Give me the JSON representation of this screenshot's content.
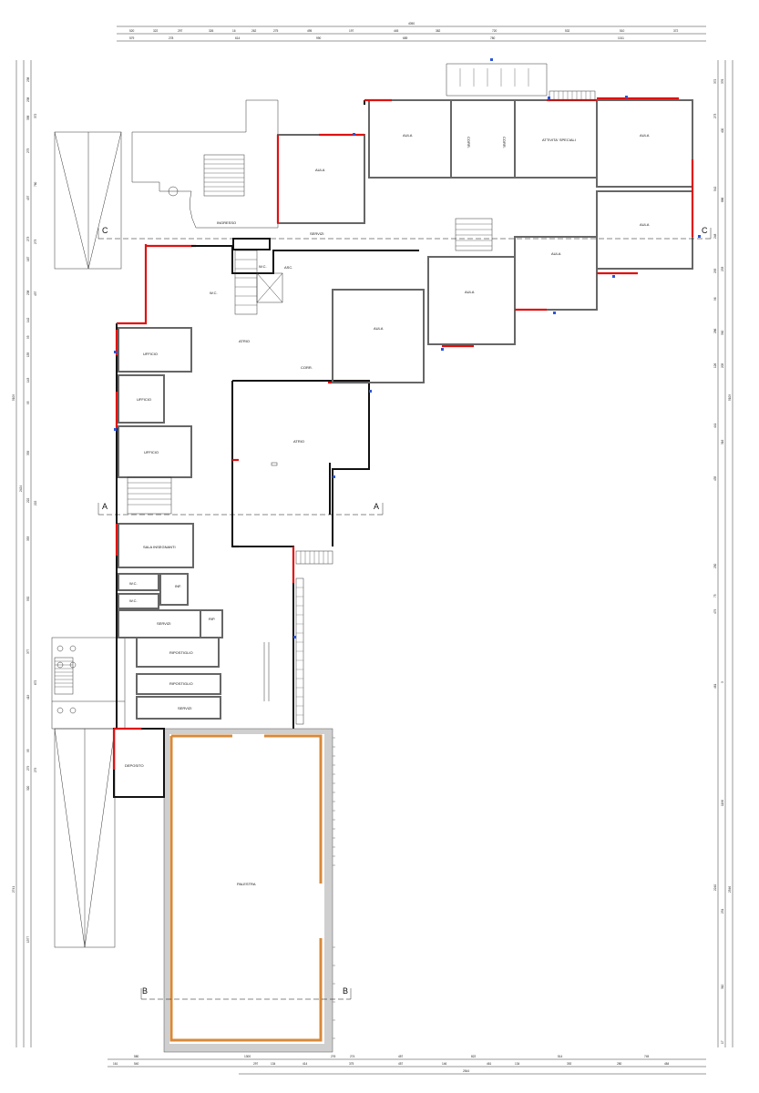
{
  "top_dims": {
    "overall": "4050",
    "row1": [
      "520",
      "322",
      "297",
      "326",
      "16",
      "262",
      "275",
      "495",
      "197",
      "445",
      "382",
      "720",
      "532",
      "510",
      "372"
    ],
    "row2": [
      "579",
      "278",
      "614",
      "990",
      "689",
      "780",
      "1011"
    ]
  },
  "bottom_dims": {
    "row1": [
      "580",
      "1300",
      "276",
      "274",
      "457",
      "822",
      "514",
      "745"
    ],
    "row2": [
      "161",
      "540",
      "297",
      "134",
      "414",
      "375",
      "457",
      "146",
      "461",
      "134",
      "392",
      "280",
      "484"
    ],
    "overall": "2544"
  },
  "left_dims": {
    "col_a": [
      "238",
      "238",
      "358",
      "275",
      "437",
      "273",
      "167",
      "238",
      "142",
      "95",
      "155",
      "143",
      "95",
      "339",
      "222",
      "353",
      "552",
      "377",
      "419",
      "95",
      "279",
      "320",
      "1377"
    ],
    "col_b": [
      "372",
      "760",
      "273",
      "437",
      "222",
      "672",
      "279"
    ],
    "overall": [
      "5109",
      "2424",
      "2741"
    ]
  },
  "right_dims": {
    "col_a": [
      "372",
      "273",
      "542",
      "248",
      "295",
      "96",
      "286",
      "126",
      "441",
      "435",
      "250",
      "75",
      "479",
      "461",
      "1196",
      "2240",
      "231",
      "310",
      "17"
    ],
    "col_b": [
      "376",
      "400",
      "886",
      "233",
      "390",
      "205",
      "316",
      "5109",
      "2546",
      "3"
    ]
  },
  "rooms": {
    "aula_1": "AULA",
    "aula_2": "AULA",
    "aula_3": "AULA",
    "aula_4": "AULA",
    "aula_5": "AULA",
    "aula_6": "AULA",
    "aula_7": "AULA",
    "attivita_speciali": "ATTIVITA' SPECIALI",
    "ingresso": "INGRESSO",
    "atrio": "ATRIO",
    "ufficio_1": "UFFICIO",
    "ufficio_2": "UFFICIO",
    "ufficio_3": "UFFICIO",
    "sala_insegnanti": "SALA INSEGNANTI",
    "servizi": "SERVIZI",
    "servizi_2": "SERVIZI",
    "ripostiglio_1": "RIPOSTIGLIO",
    "ripostiglio_2": "RIPOSTIGLIO",
    "deposito": "DEPOSITO",
    "palestra": "PALESTRA",
    "wc_1": "W.C.",
    "wc_2": "W.C.",
    "wc_3": "W.C.",
    "wc_4": "W.C.",
    "inf": "INF.",
    "rip": "RIP.",
    "corr_1": "CORR.",
    "corr_2": "CORR.",
    "corr_3": "CORR.",
    "servizi_top": "SERVIZI",
    "ascensore": "ASC."
  },
  "sections": {
    "a_left": "A",
    "a_right": "A",
    "b_left": "B",
    "b_right": "B",
    "c_left": "C",
    "c_right": "C"
  },
  "colors": {
    "red_wall": "#e01010",
    "orange_wall": "#d8893a",
    "grey_wall": "#cfcfcf",
    "marker_blue": "#2a55d8"
  }
}
